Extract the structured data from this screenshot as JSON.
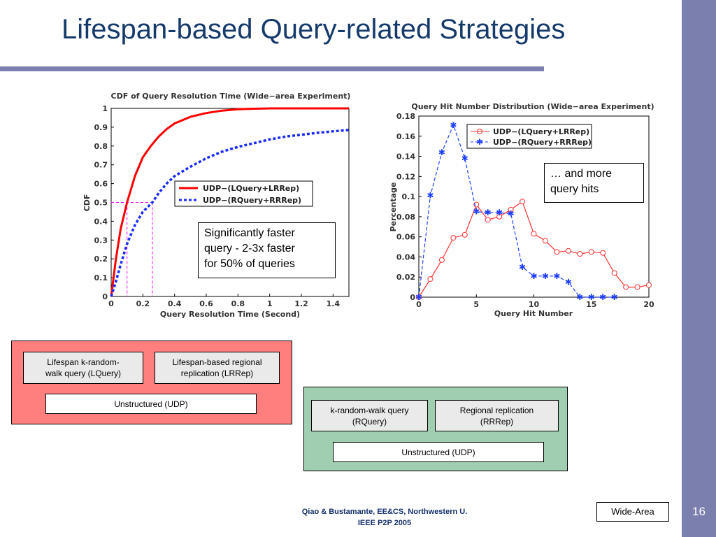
{
  "slide": {
    "title": "Lifespan-based Query-related Strategies",
    "number": "16",
    "footer_line1": "Qiao & Bustamante, EE&CS, Northwestern U.",
    "footer_line2": "IEEE P2P 2005",
    "wide_area_label": "Wide-Area",
    "colors": {
      "accent_band": "#7b7fae",
      "title": "#153a6b",
      "red_panel": "#ff7f7f",
      "green_panel": "#9fcfb0"
    }
  },
  "callouts": {
    "left": [
      "Significantly faster",
      "query -  2-3x faster",
      "for 50% of queries"
    ],
    "right": [
      "… and more",
      "query hits"
    ]
  },
  "diagrams": {
    "red": {
      "box1": [
        "Lifespan k-random-",
        "walk query (LQuery)"
      ],
      "box2": [
        "Lifespan-based regional",
        "replication (LRRep)"
      ],
      "base": "Unstructured (UDP)"
    },
    "green": {
      "box1": [
        "k-random-walk query",
        "(RQuery)"
      ],
      "box2": [
        "Regional replication",
        "(RRRep)"
      ],
      "base": "Unstructured (UDP)"
    }
  },
  "chart_data": [
    {
      "type": "line",
      "title": "CDF of Query Resolution Time (Wide−area Experiment)",
      "xlabel": "Query Resolution Time (Second)",
      "ylabel": "CDF",
      "xlim": [
        0,
        1.5
      ],
      "ylim": [
        0,
        1
      ],
      "xticks": [
        "0",
        "0.2",
        "0.4",
        "0.6",
        "0.8",
        "1",
        "1.2",
        "1.4"
      ],
      "yticks": [
        "0",
        "0.1",
        "0.2",
        "0.3",
        "0.4",
        "0.5",
        "0.6",
        "0.7",
        "0.8",
        "0.9",
        "1"
      ],
      "legend_position": "middle-right",
      "series": [
        {
          "name": "UDP−(LQuery+LRRep)",
          "color": "#ff0000",
          "style": "solid",
          "x": [
            0,
            0.03,
            0.06,
            0.1,
            0.15,
            0.2,
            0.25,
            0.3,
            0.35,
            0.4,
            0.5,
            0.6,
            0.7,
            0.8,
            0.9,
            1.0,
            1.2,
            1.5
          ],
          "y": [
            0,
            0.2,
            0.36,
            0.5,
            0.64,
            0.74,
            0.8,
            0.85,
            0.89,
            0.92,
            0.955,
            0.975,
            0.988,
            0.995,
            0.998,
            1.0,
            1.0,
            1.0
          ]
        },
        {
          "name": "UDP−(RQuery+RRRep)",
          "color": "#1a2bff",
          "style": "dotted",
          "x": [
            0,
            0.03,
            0.06,
            0.1,
            0.15,
            0.2,
            0.26,
            0.3,
            0.35,
            0.4,
            0.5,
            0.6,
            0.7,
            0.8,
            0.9,
            1.0,
            1.1,
            1.2,
            1.3,
            1.4,
            1.5
          ],
          "y": [
            0,
            0.08,
            0.17,
            0.28,
            0.38,
            0.45,
            0.5,
            0.55,
            0.6,
            0.64,
            0.69,
            0.735,
            0.77,
            0.795,
            0.815,
            0.835,
            0.85,
            0.86,
            0.87,
            0.878,
            0.885
          ]
        }
      ],
      "reference_lines": {
        "y": 0.5,
        "x": [
          0.1,
          0.26
        ],
        "color": "#ff00ff"
      }
    },
    {
      "type": "line",
      "title": "Query Hit Number Distribution (Wide−area Experiment)",
      "xlabel": "Query Hit Number",
      "ylabel": "Percentage",
      "xlim": [
        0,
        20
      ],
      "ylim": [
        0,
        0.18
      ],
      "xticks": [
        "0",
        "5",
        "10",
        "15",
        "20"
      ],
      "yticks": [
        "0",
        "0.02",
        "0.04",
        "0.06",
        "0.08",
        "0.1",
        "0.12",
        "0.14",
        "0.16",
        "0.18"
      ],
      "legend_position": "top-right",
      "series": [
        {
          "name": "UDP−(LQuery+LRRep)",
          "color": "#ff3030",
          "marker": "circle",
          "x": [
            0,
            1,
            2,
            3,
            4,
            5,
            6,
            7,
            8,
            9,
            10,
            11,
            12,
            13,
            14,
            15,
            16,
            17,
            18,
            19,
            20
          ],
          "y": [
            0,
            0.018,
            0.037,
            0.059,
            0.062,
            0.092,
            0.077,
            0.08,
            0.087,
            0.095,
            0.063,
            0.056,
            0.045,
            0.046,
            0.043,
            0.045,
            0.044,
            0.024,
            0.01,
            0.01,
            0.012
          ]
        },
        {
          "name": "UDP−(RQuery+RRRep)",
          "color": "#2040ff",
          "marker": "star",
          "x": [
            0,
            1,
            2,
            3,
            4,
            5,
            6,
            7,
            8,
            9,
            10,
            11,
            12,
            13,
            14,
            15,
            16,
            17
          ],
          "y": [
            0,
            0.101,
            0.144,
            0.171,
            0.138,
            0.085,
            0.084,
            0.084,
            0.083,
            0.03,
            0.021,
            0.021,
            0.021,
            0.015,
            0,
            0,
            0,
            0
          ]
        }
      ]
    }
  ]
}
